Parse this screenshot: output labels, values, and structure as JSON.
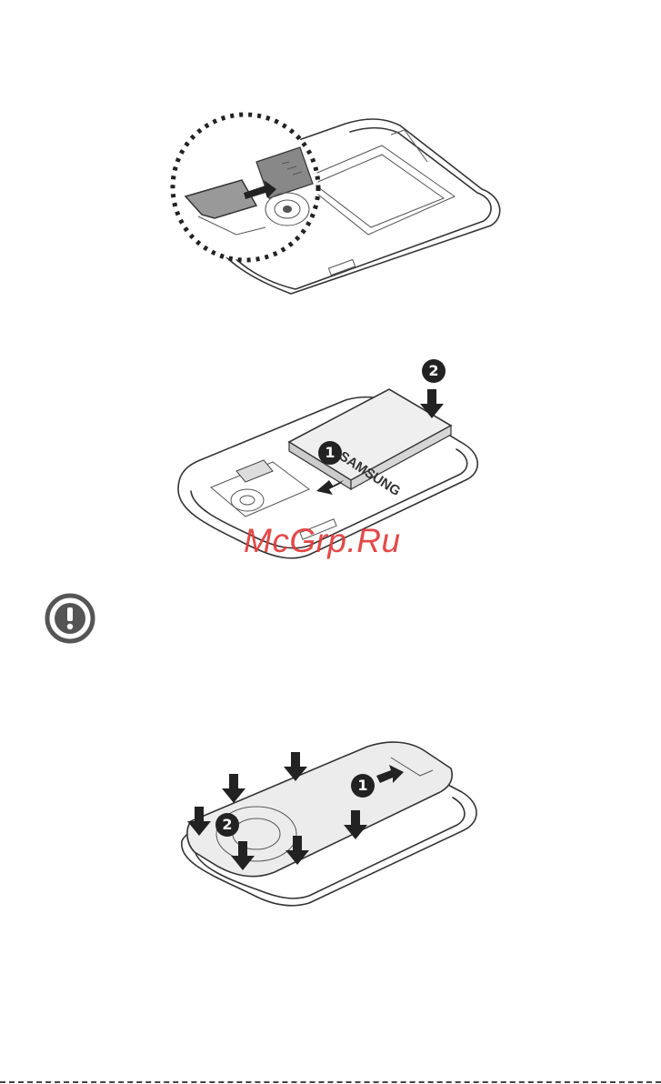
{
  "figures": {
    "sim_insert": {
      "callout_style": "dashed-circle-zoom"
    },
    "battery_insert": {
      "battery_brand": "SAMSUNG",
      "step_1": "❶",
      "step_2": "❷"
    },
    "cover_attach": {
      "step_1": "❶",
      "step_2": "❷"
    }
  },
  "caution_icon": "caution-icon",
  "watermark": "McGrp.Ru"
}
